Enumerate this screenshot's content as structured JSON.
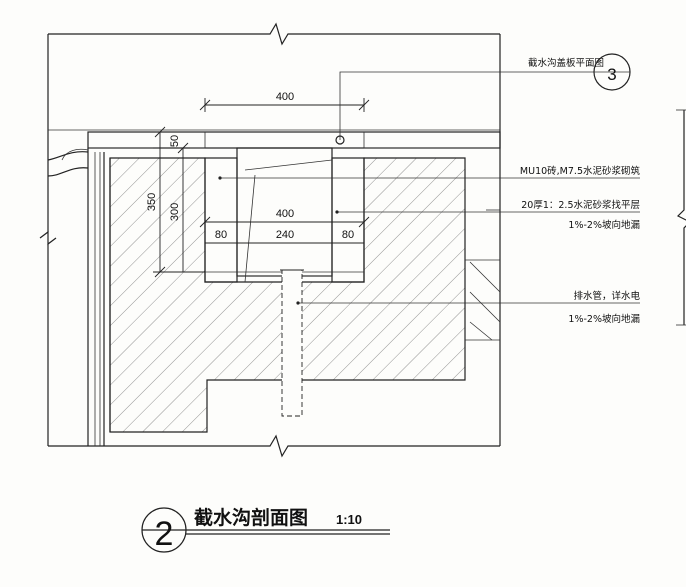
{
  "drawing": {
    "title": "截水沟剖面图",
    "scale": "1:10",
    "title_index": "2",
    "ref_label": "截水沟盖板平面图",
    "ref_index": "3"
  },
  "dimensions": {
    "top_width": "400",
    "inner_width": "400",
    "wall_left": "80",
    "channel_width": "240",
    "wall_right": "80",
    "slab_thickness": "50",
    "depth_outer": "350",
    "depth_inner": "300"
  },
  "notes": {
    "wall": "MU10砖,M7.5水泥砂浆砌筑",
    "plaster": "20厚1：2.5水泥砂浆找平层",
    "slope1": "1%-2%坡向地漏",
    "drain": "排水管，详水电",
    "slope2": "1%-2%坡向地漏"
  }
}
